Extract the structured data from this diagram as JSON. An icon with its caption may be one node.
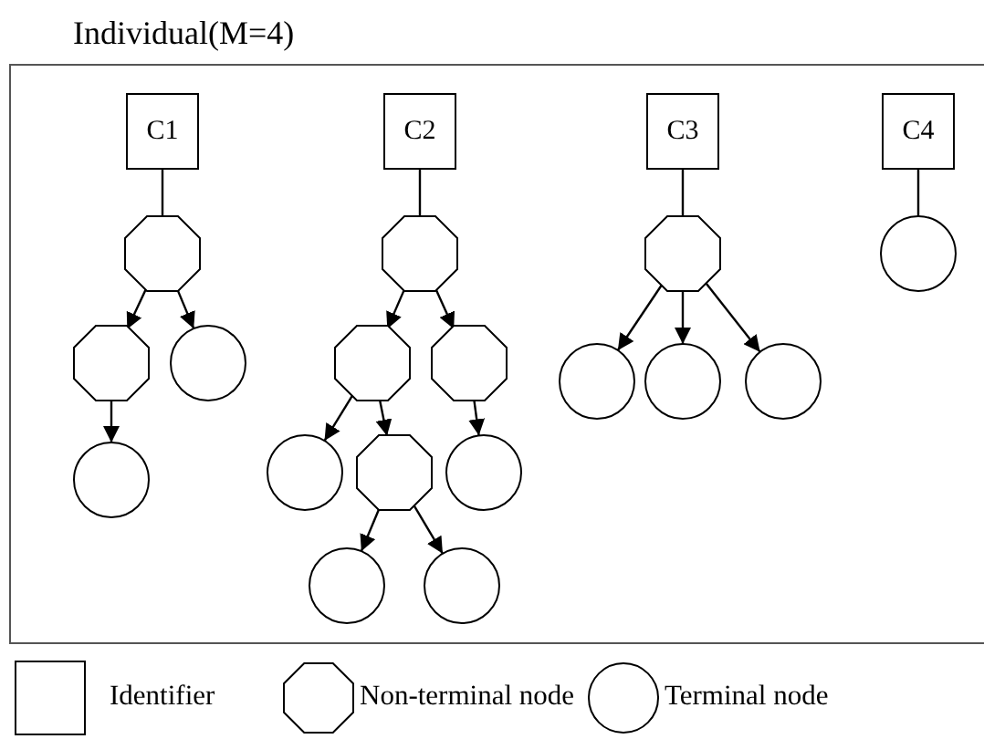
{
  "diagram": {
    "nodes": [
      {
        "text": [
          "Individual(M=4)"
        ]
      },
      {
        "text": [
          "C1"
        ],
        "in": 0
      },
      {
        "text": [
          "C2"
        ],
        "in": 0
      },
      {
        "text": [
          "C3"
        ],
        "in": 0
      },
      {
        "text": [
          "C4"
        ],
        "in": 0
      },
      {
        "text": [],
        "shape": "octagon",
        "in": 0
      },
      {
        "text": [],
        "shape": "octagon",
        "in": 0
      },
      {
        "text": [],
        "shape": "octagon",
        "in": 0
      },
      {
        "text": [],
        "shape": "circle",
        "in": 0
      },
      {
        "text": [],
        "shape": "octagon",
        "in": 0
      },
      {
        "text": [],
        "shape": "circle",
        "in": 0
      },
      {
        "text": [],
        "shape": "octagon",
        "in": 0
      },
      {
        "text": [],
        "shape": "octagon",
        "in": 0
      },
      {
        "text": [],
        "shape": "circle",
        "in": 0
      },
      {
        "text": [],
        "shape": "circle",
        "in": 0
      },
      {
        "text": [],
        "shape": "circle",
        "in": 0
      },
      {
        "text": [],
        "shape": "circle",
        "in": 0
      },
      {
        "text": [],
        "shape": "circle",
        "in": 0
      },
      {
        "text": [],
        "shape": "octagon",
        "in": 0
      },
      {
        "text": [],
        "shape": "circle",
        "in": 0
      },
      {
        "text": [],
        "shape": "circle",
        "in": 0
      },
      {
        "text": [],
        "shape": "circle",
        "in": 0
      }
    ],
    "edges": [
      {
        "from": 1,
        "to": 5,
        "arrow": "none"
      },
      {
        "from": 2,
        "to": 6,
        "arrow": "none"
      },
      {
        "from": 3,
        "to": 7,
        "arrow": "none"
      },
      {
        "from": 4,
        "to": 8,
        "arrow": "none"
      },
      {
        "from": 5,
        "to": 9,
        "arrow": "to"
      },
      {
        "from": 5,
        "to": 10,
        "arrow": "to"
      },
      {
        "from": 9,
        "to": 16,
        "arrow": "to"
      },
      {
        "from": 6,
        "to": 11,
        "arrow": "to"
      },
      {
        "from": 6,
        "to": 12,
        "arrow": "to"
      },
      {
        "from": 11,
        "to": 17,
        "arrow": "to"
      },
      {
        "from": 11,
        "to": 18,
        "arrow": "to"
      },
      {
        "from": 12,
        "to": 19,
        "arrow": "to"
      },
      {
        "from": 18,
        "to": 20,
        "arrow": "to"
      },
      {
        "from": 18,
        "to": 21,
        "arrow": "to"
      },
      {
        "from": 7,
        "to": 13,
        "arrow": "to"
      },
      {
        "from": 7,
        "to": 14,
        "arrow": "to"
      },
      {
        "from": 7,
        "to": 15,
        "arrow": "to"
      }
    ],
    "legend": [
      {
        "text": "Identifier"
      },
      {
        "text": "Non-terminal node"
      },
      {
        "text": "Terminal node"
      }
    ]
  }
}
